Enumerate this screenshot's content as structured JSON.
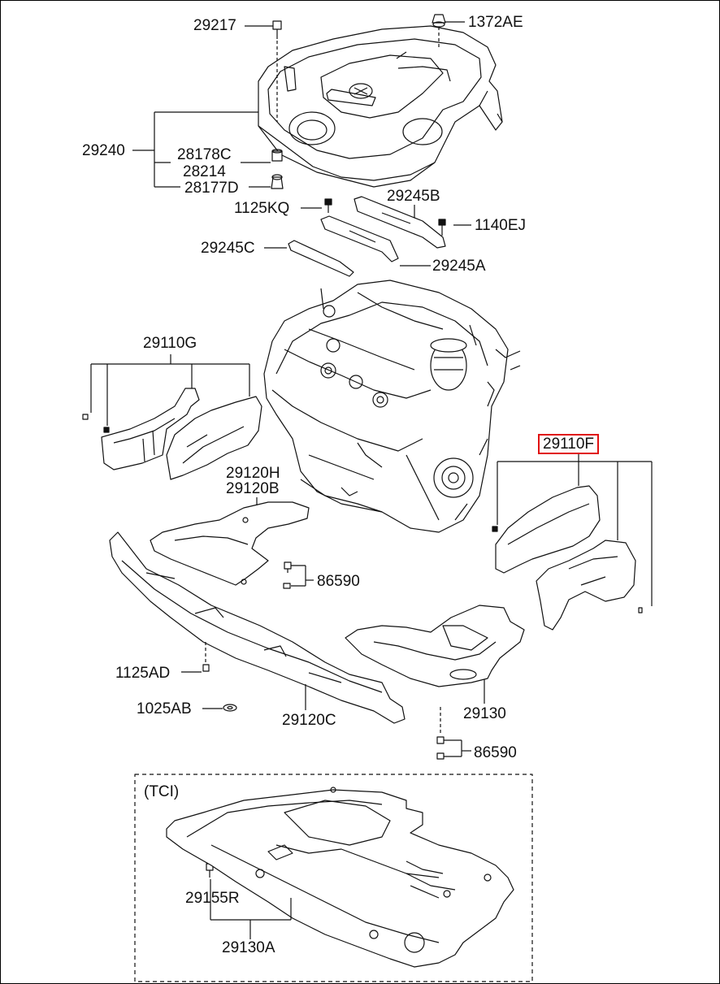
{
  "diagram": {
    "highlight_color": "#e01010",
    "line_color": "#111111",
    "parts": {
      "p29217": "29217",
      "p1372AE": "1372AE",
      "p29240": "29240",
      "p28178C": "28178C",
      "p28214": "28214",
      "p28177D": "28177D",
      "p1125KQ": "1125KQ",
      "p29245B": "29245B",
      "p1140EJ": "1140EJ",
      "p29245C": "29245C",
      "p29245A": "29245A",
      "p29110G": "29110G",
      "p29110F": "29110F",
      "p29120H": "29120H",
      "p29120B": "29120B",
      "p86590a": "86590",
      "p1125AD": "1125AD",
      "p1025AB": "1025AB",
      "p29120C": "29120C",
      "p29130": "29130",
      "p86590b": "86590",
      "p29155R": "29155R",
      "p29130A": "29130A"
    },
    "tci_label": "(TCI)"
  }
}
